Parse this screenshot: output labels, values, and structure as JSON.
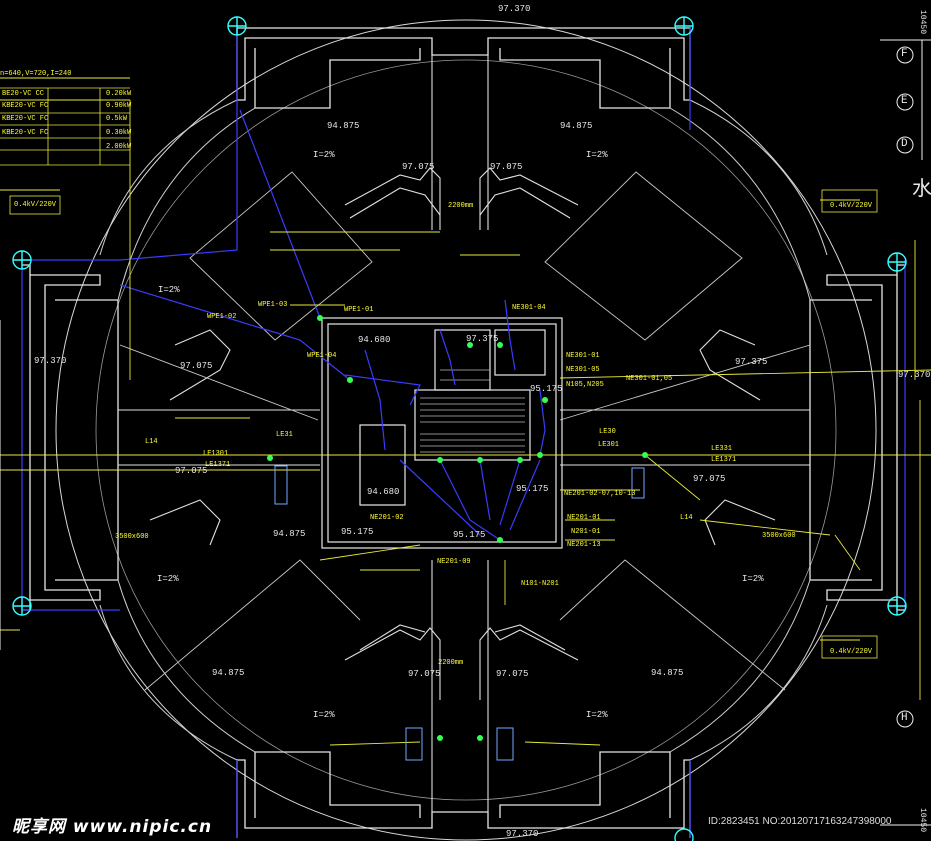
{
  "elevations": {
    "top": "97.370",
    "bottom": "97.370",
    "left": "97.370",
    "right": "97.370",
    "room_nw": "94.875",
    "room_ne": "94.875",
    "room_sw": "94.875",
    "room_se": "94.875",
    "corr_n_left": "97.075",
    "corr_n_right": "97.075",
    "corr_w": "97.075",
    "corr_w2": "97.075",
    "corr_e": "97.075",
    "corr_s_left": "97.075",
    "corr_s_right": "97.075",
    "core_1": "94.680",
    "core_2": "94.680",
    "core_3": "95.175",
    "core_4": "95.175",
    "core_5": "95.175",
    "core_6": "97.375",
    "core_7": "95.175",
    "right_mid": "97.375"
  },
  "slopes": {
    "nw": "I=2%",
    "ne": "I=2%",
    "w": "I=2%",
    "sw": "I=2%",
    "se": "I=2%",
    "s": "I=2%",
    "s2": "I=2%"
  },
  "grid_labels": {
    "f": "F",
    "e": "E",
    "d": "D",
    "h": "H",
    "right_title": "水",
    "dim_top_right": "10450",
    "dim_bottom_right": "10450"
  },
  "circuit_labels": {
    "wpe1_02": "WPE1-02",
    "wpe1_03": "WPE1-03",
    "wpe1_01": "WPE1-01",
    "wpe1_04": "WPE1-04",
    "ne301_04": "NE301-04",
    "ne301_01": "NE301-01",
    "ne301_05": "NE301-05",
    "ne301_01_05": "NE301-01,05",
    "le30": "LE30",
    "le331": "LE331",
    "le1371": "LE1371",
    "le31": "LE31",
    "le1301": "LE1301",
    "ne201_02": "NE201-02",
    "ne201_09": "NE201-09",
    "ne201_01": "NE201-01",
    "ne201_13": "NE201-13",
    "ne201_07": "NE201-02-07,10-13",
    "n201_01": "N201-01",
    "n101": "N101-N201",
    "n105": "N105,N205",
    "l14": "L14",
    "l14b": "L14",
    "le301": "LE301",
    "le1b": "LE1371",
    "cable_w": "2200mm",
    "cable_s": "2200mm",
    "pipe_w": "3500x600",
    "pipe_e": "3500x600"
  },
  "legend": {
    "rows": [
      {
        "type": "n=640,V=720,I=240",
        "value": ""
      },
      {
        "type": "BE20-VC CC",
        "value": "0.20kW"
      },
      {
        "type": "KBE20-VC FC",
        "value": "0.90kW"
      },
      {
        "type": "KBE20-VC FC",
        "value": "0.5kW"
      },
      {
        "type": "KBE20-VC FC",
        "value": "0.30kW"
      },
      {
        "type": "",
        "value": "2.00kW"
      }
    ],
    "box_left": "0.4kV/220V",
    "box_right_top": "0.4kV/220V",
    "box_right_bottom": "0.4kV/220V"
  },
  "watermark": {
    "logo": "昵享网 www.nipic.cn",
    "id": "ID:2823451 NO:20120717163247398000"
  }
}
